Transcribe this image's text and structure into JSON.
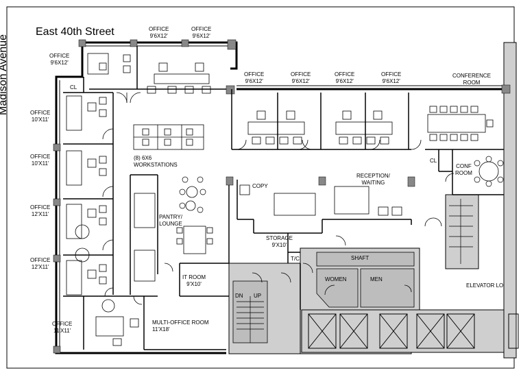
{
  "streets": {
    "top": "East 40th Street",
    "left": "Madison Avenue"
  },
  "rooms": {
    "office_top_1": {
      "name": "OFFICE",
      "size": "9'6X12'"
    },
    "office_top_2": {
      "name": "OFFICE",
      "size": "9'6X12'"
    },
    "office_corner": {
      "name": "OFFICE",
      "size": "9'6X12'"
    },
    "office_mid_1": {
      "name": "OFFICE",
      "size": "9'6X12'"
    },
    "office_mid_2": {
      "name": "OFFICE",
      "size": "9'6X12'"
    },
    "office_mid_3": {
      "name": "OFFICE",
      "size": "9'6X12'"
    },
    "office_mid_4": {
      "name": "OFFICE",
      "size": "9'6X12'"
    },
    "conference": {
      "name": "CONFERENCE",
      "name2": "ROOM"
    },
    "office_left_1": {
      "name": "OFFICE",
      "size": "10'X11'"
    },
    "office_left_2": {
      "name": "OFFICE",
      "size": "10'X11'"
    },
    "office_left_3": {
      "name": "OFFICE",
      "size": "12'X11'"
    },
    "office_left_4": {
      "name": "OFFICE",
      "size": "12'X11'"
    },
    "office_bottom": {
      "name": "OFFICE",
      "size": "11'X11'"
    },
    "closet_top": "CL",
    "closet_right": "CL",
    "workstations": {
      "line1": "(8) 6X6",
      "line2": "WORKSTATIONS"
    },
    "pantry": {
      "line1": "PANTRY/",
      "line2": "LOUNGE"
    },
    "copy": "COPY",
    "reception": {
      "line1": "RECEPTION/",
      "line2": "WAITING"
    },
    "conf_room": {
      "line1": "CONF",
      "line2": "ROOM"
    },
    "storage": {
      "name": "STORAGE",
      "size": "9'X10'"
    },
    "tc": "T/C",
    "it_room": {
      "name": "IT ROOM",
      "size": "9'X10'"
    },
    "multi_office": {
      "name": "MULTI-OFFICE ROOM",
      "size": "11'X18'"
    },
    "shaft": "SHAFT",
    "women": "WOMEN",
    "men": "MEN",
    "stair_dn": "DN",
    "stair_up": "UP",
    "elevator": "ELEVATOR LO"
  }
}
